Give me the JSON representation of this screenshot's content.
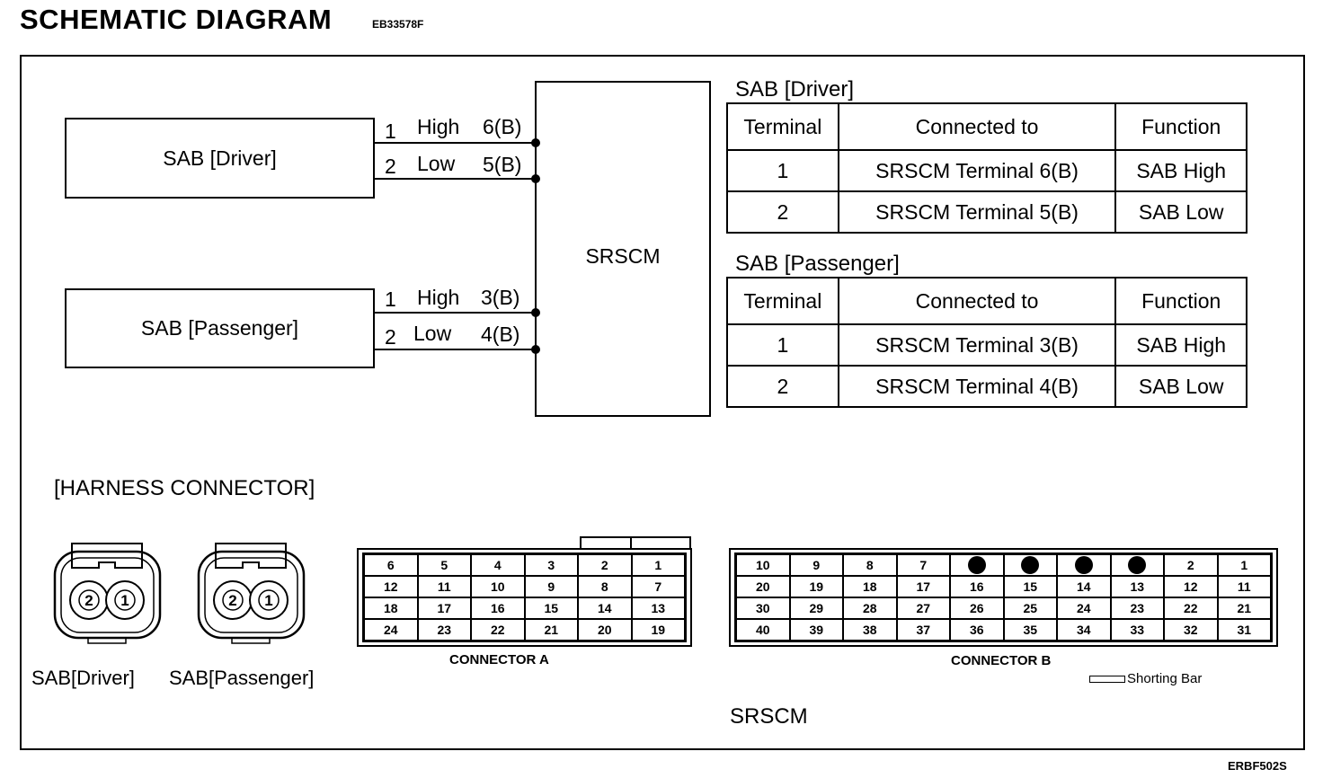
{
  "header": {
    "title": "SCHEMATIC DIAGRAM",
    "code": "EB33578F",
    "figure_code": "ERBF502S"
  },
  "schematic": {
    "driver_box": "SAB [Driver]",
    "passenger_box": "SAB [Passenger]",
    "module_box": "SRSCM",
    "driver_wires": [
      {
        "pin": "1",
        "name": "High",
        "terminal": "6(B)"
      },
      {
        "pin": "2",
        "name": "Low",
        "terminal": "5(B)"
      }
    ],
    "passenger_wires": [
      {
        "pin": "1",
        "name": "High",
        "terminal": "3(B)"
      },
      {
        "pin": "2",
        "name": "Low",
        "terminal": "4(B)"
      }
    ]
  },
  "tables": {
    "driver": {
      "caption": "SAB [Driver]",
      "headers": [
        "Terminal",
        "Connected to",
        "Function"
      ],
      "rows": [
        [
          "1",
          "SRSCM Terminal 6(B)",
          "SAB High"
        ],
        [
          "2",
          "SRSCM Terminal 5(B)",
          "SAB Low"
        ]
      ]
    },
    "passenger": {
      "caption": "SAB [Passenger]",
      "headers": [
        "Terminal",
        "Connected to",
        "Function"
      ],
      "rows": [
        [
          "1",
          "SRSCM Terminal 3(B)",
          "SAB High"
        ],
        [
          "2",
          "SRSCM Terminal 4(B)",
          "SAB Low"
        ]
      ]
    }
  },
  "harness": {
    "heading": "[HARNESS CONNECTOR]",
    "sab_driver": {
      "label": "SAB[Driver]",
      "pins": [
        "2",
        "1"
      ]
    },
    "sab_passenger": {
      "label": "SAB[Passenger]",
      "pins": [
        "2",
        "1"
      ]
    },
    "connector_a": {
      "label": "CONNECTOR A",
      "rows": [
        [
          "6",
          "5",
          "4",
          "3",
          "2",
          "1"
        ],
        [
          "12",
          "11",
          "10",
          "9",
          "8",
          "7"
        ],
        [
          "18",
          "17",
          "16",
          "15",
          "14",
          "13"
        ],
        [
          "24",
          "23",
          "22",
          "21",
          "20",
          "19"
        ]
      ]
    },
    "connector_b": {
      "label": "CONNECTOR B",
      "rows": [
        [
          "10",
          "9",
          "8",
          "7",
          "",
          "",
          "",
          "",
          "2",
          "1"
        ],
        [
          "20",
          "19",
          "18",
          "17",
          "16",
          "15",
          "14",
          "13",
          "12",
          "11"
        ],
        [
          "30",
          "29",
          "28",
          "27",
          "26",
          "25",
          "24",
          "23",
          "22",
          "21"
        ],
        [
          "40",
          "39",
          "38",
          "37",
          "36",
          "35",
          "34",
          "33",
          "32",
          "31"
        ]
      ],
      "shorting_bar_label": "Shorting Bar"
    },
    "module_label": "SRSCM"
  }
}
